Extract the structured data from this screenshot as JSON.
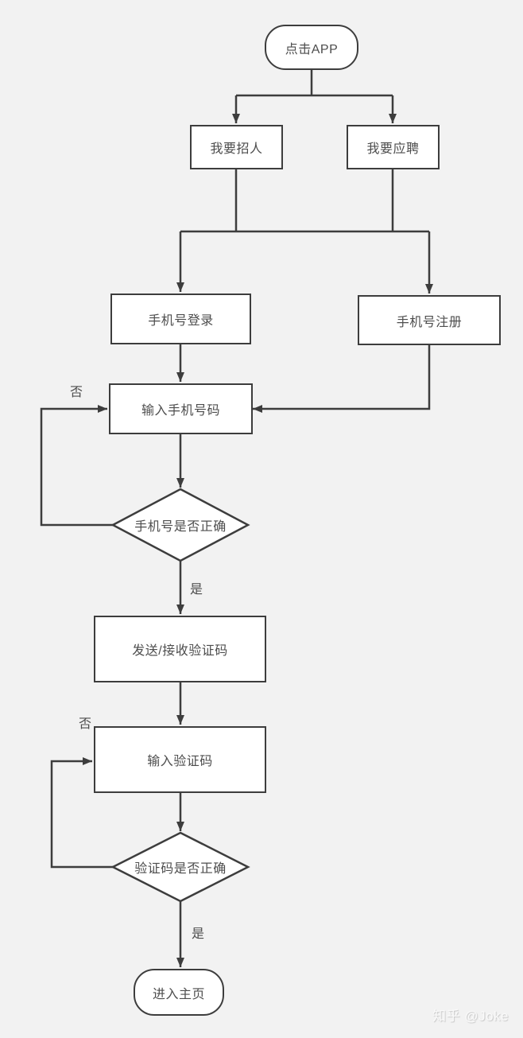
{
  "colors": {
    "background": "#f2f2f2",
    "stroke": "#3d3d3d",
    "node_fill": "#ffffff",
    "text": "#4d4d4d",
    "watermark": "#fafafa"
  },
  "nodes": {
    "start": {
      "label": "点击APP",
      "type": "terminator"
    },
    "recruit": {
      "label": "我要招人",
      "type": "process"
    },
    "apply": {
      "label": "我要应聘",
      "type": "process"
    },
    "login": {
      "label": "手机号登录",
      "type": "process"
    },
    "register": {
      "label": "手机号注册",
      "type": "process"
    },
    "enter_phone": {
      "label": "输入手机号码",
      "type": "process"
    },
    "phone_check": {
      "label": "手机号是否正确",
      "type": "decision"
    },
    "send_code": {
      "label": "发送/接收验证码",
      "type": "process"
    },
    "enter_code": {
      "label": "输入验证码",
      "type": "process"
    },
    "code_check": {
      "label": "验证码是否正确",
      "type": "decision"
    },
    "home": {
      "label": "进入主页",
      "type": "terminator"
    }
  },
  "edge_labels": {
    "phone_no": "否",
    "phone_yes": "是",
    "code_no": "否",
    "code_yes": "是"
  },
  "watermark": {
    "text": "知乎 @Joke"
  }
}
